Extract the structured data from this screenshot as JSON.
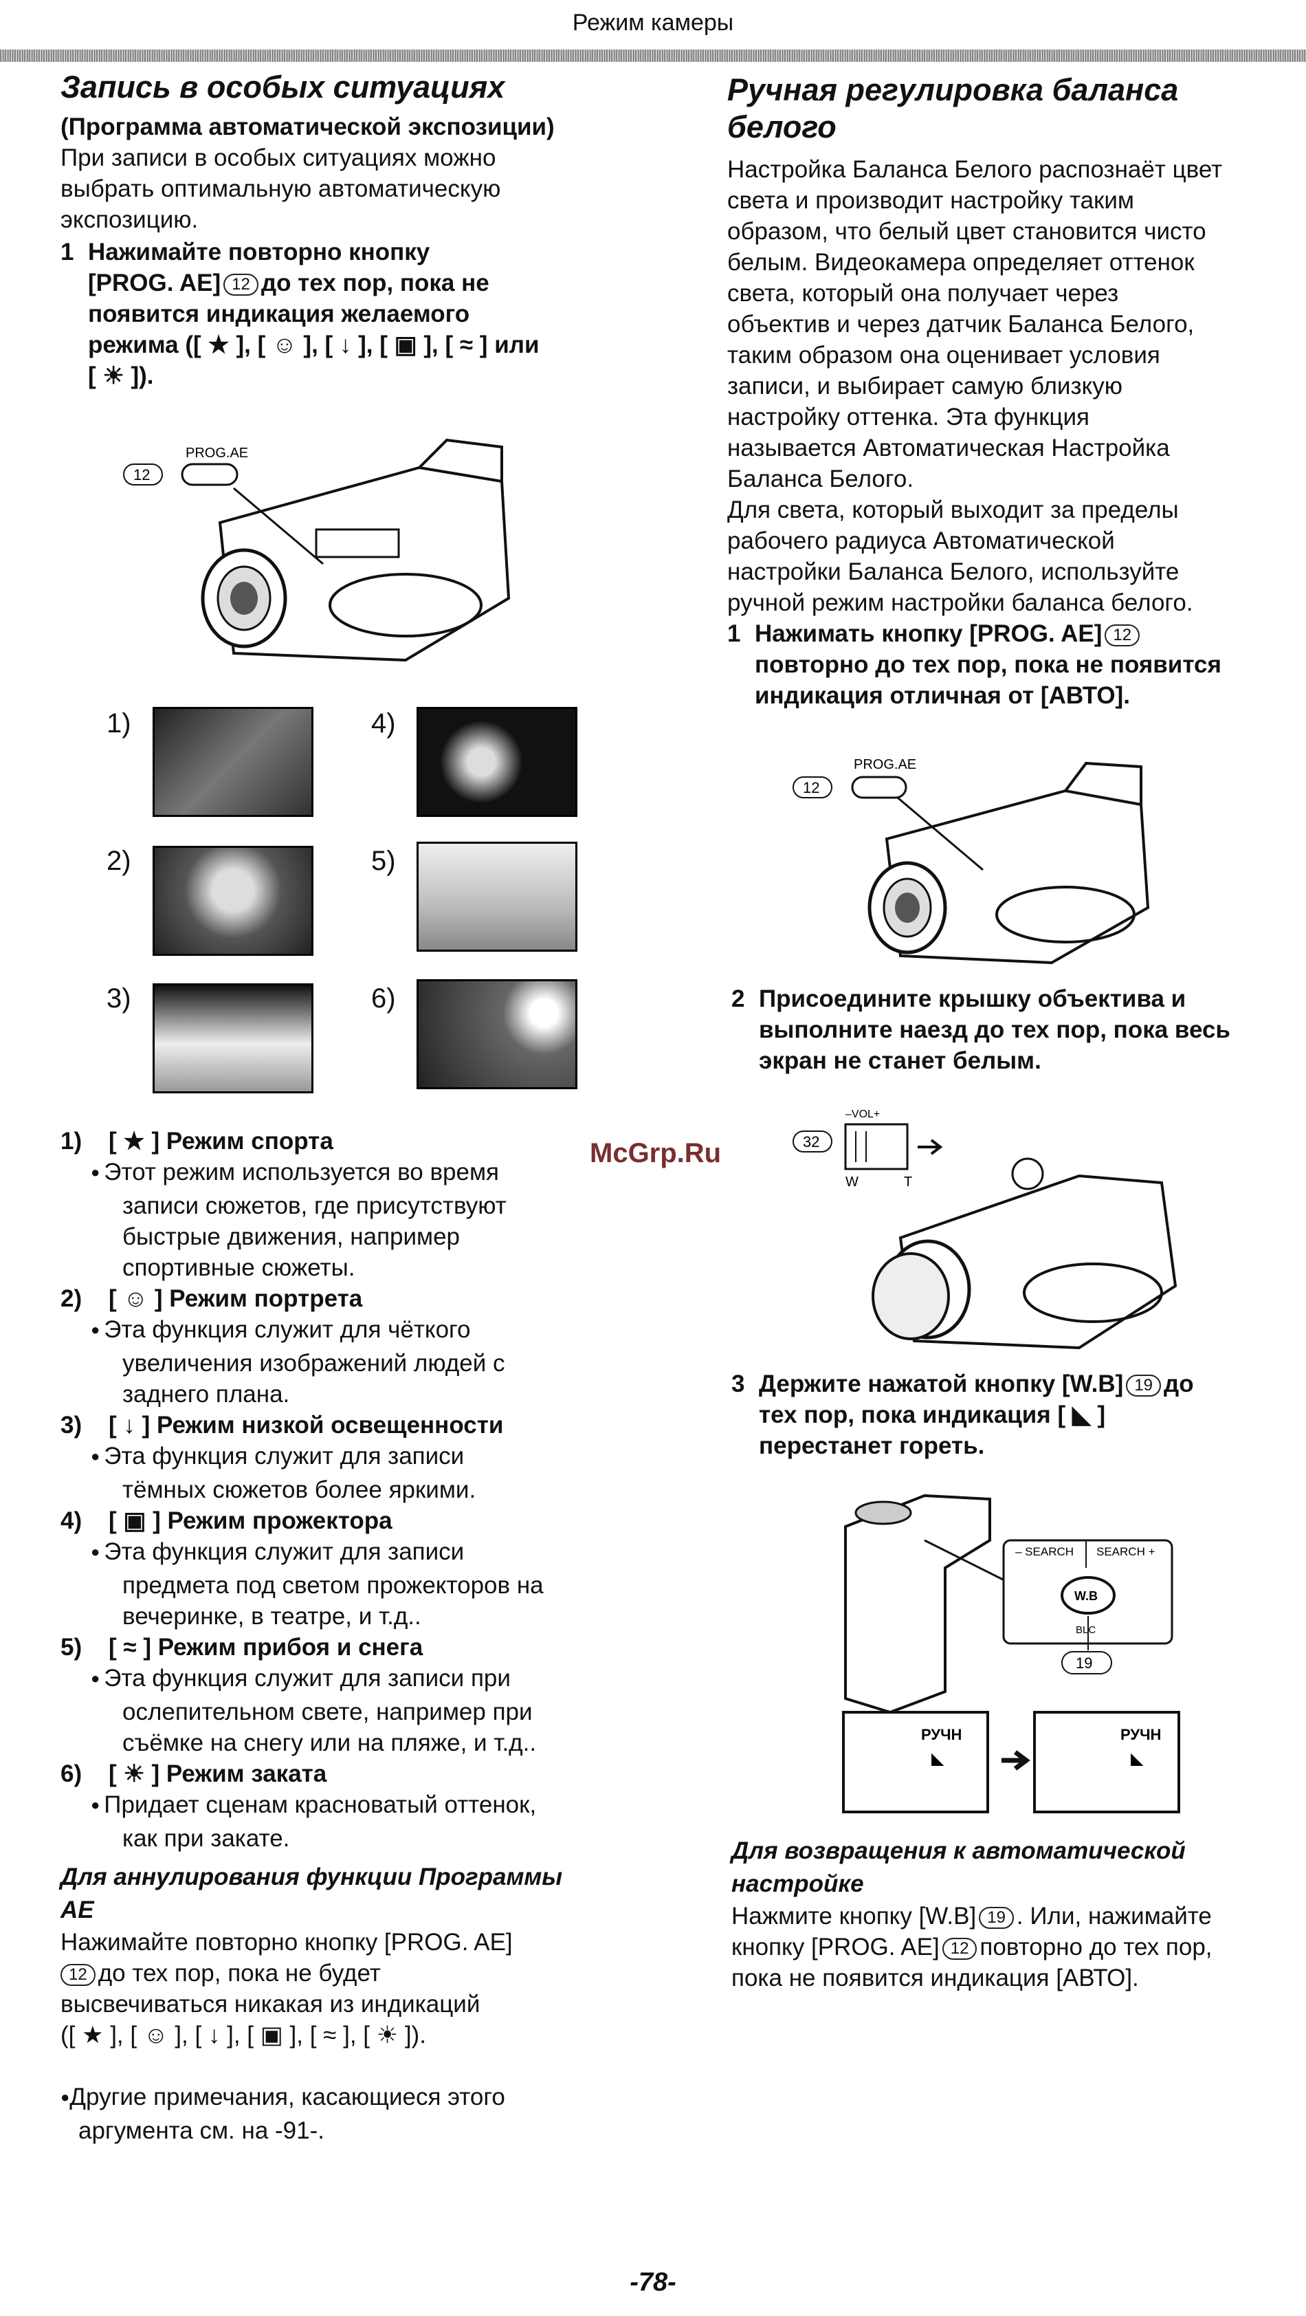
{
  "header": {
    "title": "Режим камеры"
  },
  "left": {
    "title": "Запись в особых ситуациях",
    "subtitle": "(Программа автоматической экспозиции)",
    "intro": [
      "При записи в особых ситуациях можно",
      "выбрать оптимальную автоматическую",
      "экспозицию."
    ],
    "step1": {
      "num": "1",
      "lines": [
        "Нажимайте повторно кнопку",
        "[PROG. AE]",
        "до тех пор, пока не",
        "появится индикация желаемого",
        "режима ([ ★ ], [ ☺ ], [ ↓ ], [ ▣ ], [ ≈ ] или",
        "[ ☀ ])."
      ],
      "badge": "12"
    },
    "figure1": {
      "badge": "12",
      "button_label": "PROG.AE"
    },
    "thumbs": [
      {
        "label": "1)"
      },
      {
        "label": "4)"
      },
      {
        "label": "2)"
      },
      {
        "label": "5)"
      },
      {
        "label": "3)"
      },
      {
        "label": "6)"
      }
    ],
    "modes": [
      {
        "num": "1)",
        "head": "[ ★ ] Режим спорта",
        "lines": [
          "Этот режим используется во время",
          "записи сюжетов, где присутствуют",
          "быстрые движения, например",
          "спортивные сюжеты."
        ]
      },
      {
        "num": "2)",
        "head": "[ ☺ ] Режим портрета",
        "lines": [
          "Эта функция служит для чёткого",
          "увеличения изображений людей с",
          "заднего плана."
        ]
      },
      {
        "num": "3)",
        "head": "[ ↓ ] Режим низкой освещенности",
        "lines": [
          "Эта функция служит для записи",
          "тёмных сюжетов более яркими."
        ]
      },
      {
        "num": "4)",
        "head": "[ ▣ ] Режим прожектора",
        "lines": [
          "Эта функция служит для записи",
          "предмета под светом прожекторов на",
          "вечеринке, в театре, и т.д.."
        ]
      },
      {
        "num": "5)",
        "head": "[ ≈ ] Режим прибоя и снега",
        "lines": [
          "Эта функция служит для записи при",
          "ослепительном свете, например при",
          "съёмке на снегу или на пляже, и т.д.."
        ]
      },
      {
        "num": "6)",
        "head": "[ ☀ ] Режим заката",
        "lines": [
          "Придает сценам красноватый оттенок,",
          "как при закате."
        ]
      }
    ],
    "cancel": {
      "heading": [
        "Для аннулирования функции Программы",
        "AE"
      ],
      "line1": "Нажимайте повторно кнопку [PROG. AE]",
      "badge": "12",
      "line2": "до тех пор, пока не будет",
      "line3": "высвечиваться никакая из индикаций",
      "line4": "([ ★ ], [ ☺ ], [ ↓ ], [ ▣ ], [ ≈ ], [ ☀ ])."
    },
    "note": {
      "line1": "Другие примечания, касающиеся этого",
      "line2": "аргумента см. на -91-."
    }
  },
  "right": {
    "title": [
      "Ручная регулировка баланса",
      "белого"
    ],
    "para1": [
      "Настройка Баланса Белого распознаёт цвет",
      "света и производит настройку таким",
      "образом, что белый цвет становится чисто",
      "белым. Видеокамера определяет оттенок",
      "света, который она получает через",
      "объектив и через датчик Баланса Белого,",
      "таким образом она оценивает условия",
      "записи, и выбирает самую близкую",
      "настройку оттенка. Эта функция",
      "называется Автоматическая Настройка",
      "Баланса Белого."
    ],
    "para2": [
      "Для света, который выходит за пределы",
      "рабочего радиуса Автоматической",
      "настройки Баланса Белого, используйте",
      "ручной режим настройки баланса белого."
    ],
    "step1": {
      "num": "1",
      "l1": "Нажимать кнопку [PROG. AE]",
      "badge": "12",
      "l2": "повторно до тех пор, пока не появится",
      "l3": "индикация отличная от [АВТО]."
    },
    "figure2": {
      "badge": "12",
      "button_label": "PROG.AE"
    },
    "step2": {
      "num": "2",
      "lines": [
        "Присоедините крышку объектива и",
        "выполните наезд до тех пор, пока весь",
        "экран не станет белым."
      ]
    },
    "figure3": {
      "badge": "32",
      "vol": "–VOL+",
      "w": "W",
      "t": "T"
    },
    "step3": {
      "num": "3",
      "l1a": "Держите нажатой кнопку [W.B]",
      "badge": "19",
      "l1b": "до",
      "l2": "тех пор, пока индикация [ ◣ ]",
      "l3": "перестанет гореть."
    },
    "figure4": {
      "search_left": "– SEARCH",
      "search_right": "SEARCH +",
      "wb": "W.B",
      "blc": "BLC",
      "badge": "19",
      "screen_label": "РУЧН"
    },
    "return": {
      "heading": [
        "Для возвращения к автоматической",
        "настройке"
      ],
      "l1a": "Нажмите кнопку [W.B]",
      "badge1": "19",
      "l1b": ". Или, нажимайте",
      "l2a": "кнопку [PROG. AE]",
      "badge2": "12",
      "l2b": "повторно до тех пор,",
      "l3": "пока не появится индикация [АВТО]."
    }
  },
  "watermark": "McGrp.Ru",
  "page_number": "-78-"
}
